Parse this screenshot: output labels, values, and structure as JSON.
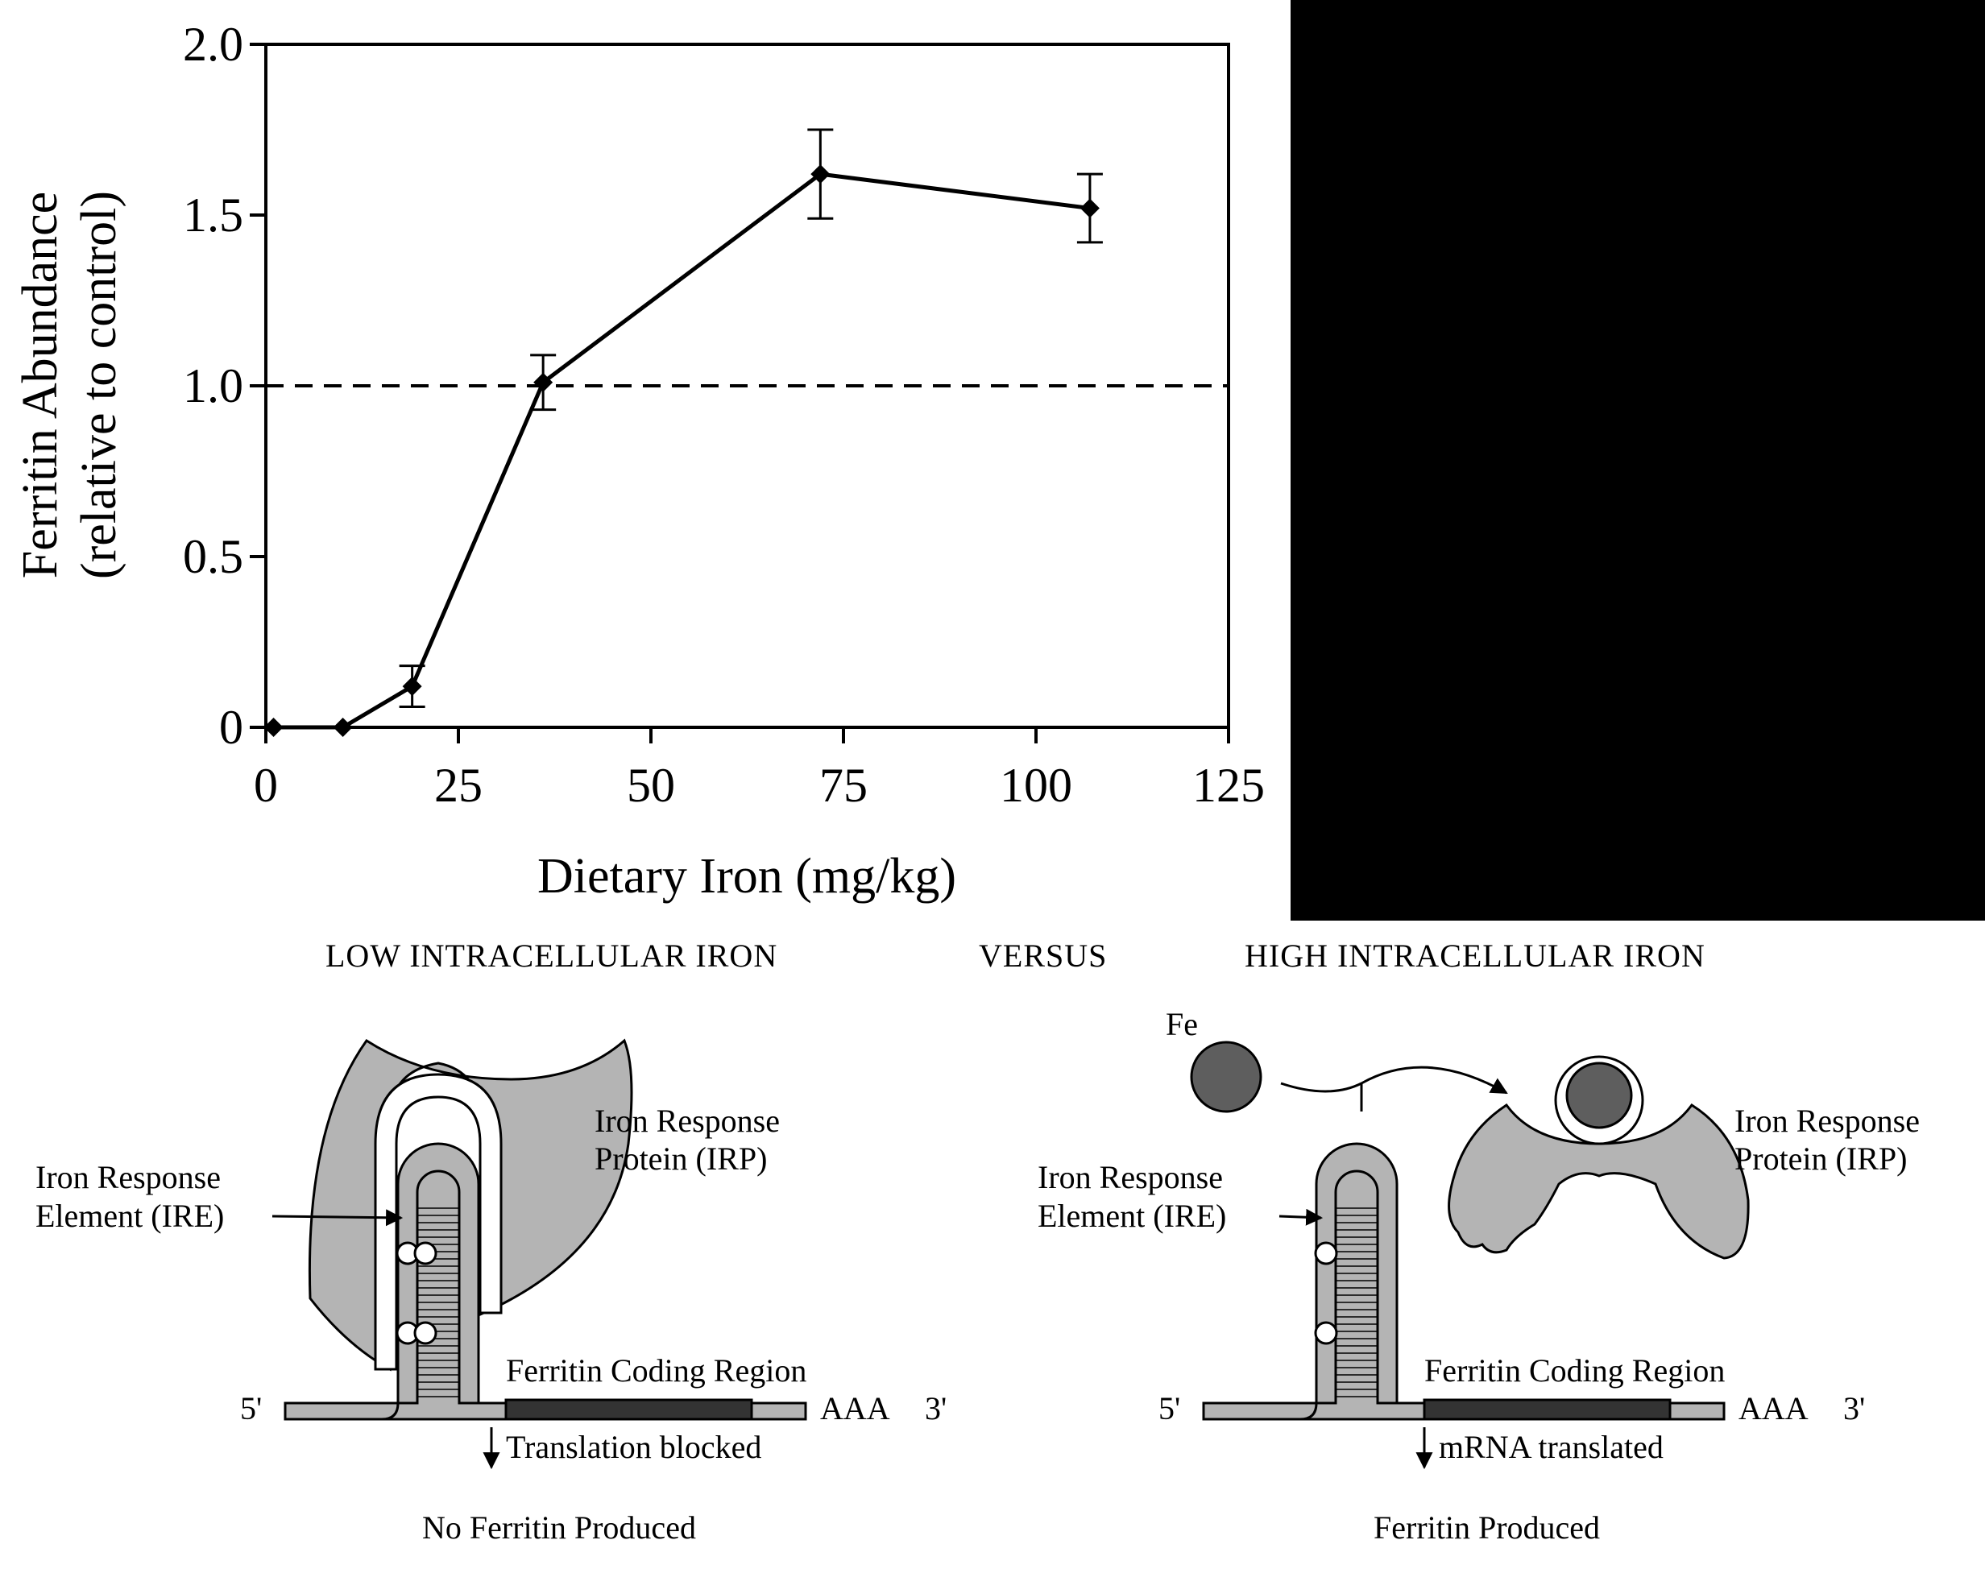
{
  "chart_data": {
    "type": "line",
    "ylabel_line1": "Ferritin Abundance",
    "ylabel_line2": "(relative to control)",
    "xlabel": "Dietary Iron (mg/kg)",
    "xlim": [
      0,
      125
    ],
    "ylim": [
      0,
      2.0
    ],
    "x_ticks": [
      0,
      25,
      50,
      75,
      100,
      125
    ],
    "y_ticks": [
      0,
      0.5,
      1.0,
      1.5,
      2.0
    ],
    "x_tick_labels": [
      "0",
      "25",
      "50",
      "75",
      "100",
      "125"
    ],
    "y_tick_labels": [
      "0",
      "0.5",
      "1.0",
      "1.5",
      "2.0"
    ],
    "reference_line_y": 1.0,
    "reference_line_style": "dashed",
    "grid": false,
    "series": [
      {
        "x": [
          1,
          10,
          19,
          36,
          72,
          107
        ],
        "y": [
          0,
          0,
          0.12,
          1.01,
          1.62,
          1.52
        ],
        "error": [
          0,
          0,
          0.06,
          0.08,
          0.13,
          0.1
        ]
      }
    ]
  },
  "diagram": {
    "low_heading": "LOW INTRACELLULAR IRON",
    "versus": "VERSUS",
    "high_heading": "HIGH INTRACELLULAR IRON",
    "fe_label": "Fe",
    "irp_line1": "Iron Response",
    "irp_line2": "Protein (IRP)",
    "ire_line1": "Iron Response",
    "ire_line2": "Element (IRE)",
    "coding_region": "Ferritin Coding Region",
    "five_prime": "5'",
    "poly_a": "AAA",
    "three_prime": "3'",
    "low_translation": "Translation blocked",
    "high_translation": "mRNA translated",
    "low_result": "No Ferritin Produced",
    "high_result": "Ferritin Produced"
  },
  "colors": {
    "protein": "#b4b4b4",
    "rna": "#b4b4b4",
    "coding_region": "#333333",
    "iron": "#5e5e5e",
    "ink": "#000000",
    "black_block": "#000000"
  }
}
